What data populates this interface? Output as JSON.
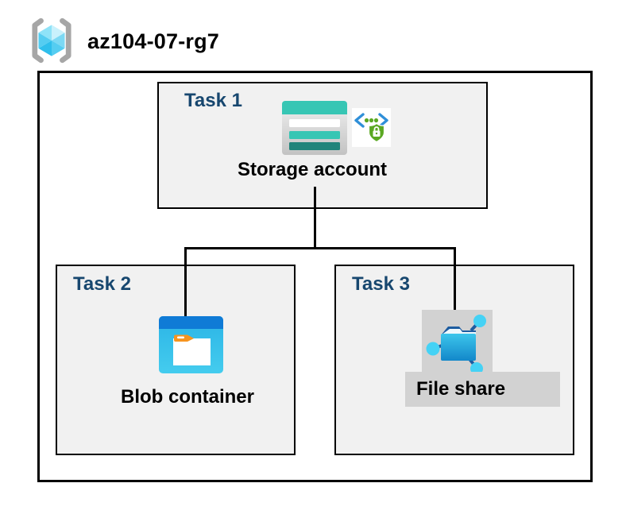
{
  "header": {
    "title": "az104-07-rg7",
    "icon": "resource-group-icon"
  },
  "diagram": {
    "task1": {
      "label": "Task 1",
      "caption": "Storage account",
      "icons": [
        "storage-account-icon",
        "sas-security-icon"
      ]
    },
    "task2": {
      "label": "Task 2",
      "caption": "Blob container",
      "icons": [
        "blob-container-icon"
      ]
    },
    "task3": {
      "label": "Task 3",
      "caption": "File share",
      "icons": [
        "file-share-icon"
      ]
    },
    "connections": [
      {
        "from": "Storage account",
        "to": "Blob container"
      },
      {
        "from": "Storage account",
        "to": "File share"
      }
    ]
  },
  "colors": {
    "task_label_blue": "#17476F",
    "box_background": "#f1f1f1",
    "border_black": "#000000",
    "highlight_gray": "#d2d2d2",
    "storage_teal": "#37c6b4",
    "storage_teal_dark": "#20847A",
    "blob_top_blue": "#0f7bd6",
    "blob_body_blue": "#35c3ea",
    "folder_tab_orange": "#f7941e",
    "fileshare_folder_blue": "#1387ca",
    "node_cyan": "#45d2f5",
    "sas_bracket_blue": "#2f8fd8",
    "sas_green": "#5aa822",
    "rg_cube_cyan": "#55cdf1",
    "rg_bracket_gray": "#a6a6a6"
  }
}
